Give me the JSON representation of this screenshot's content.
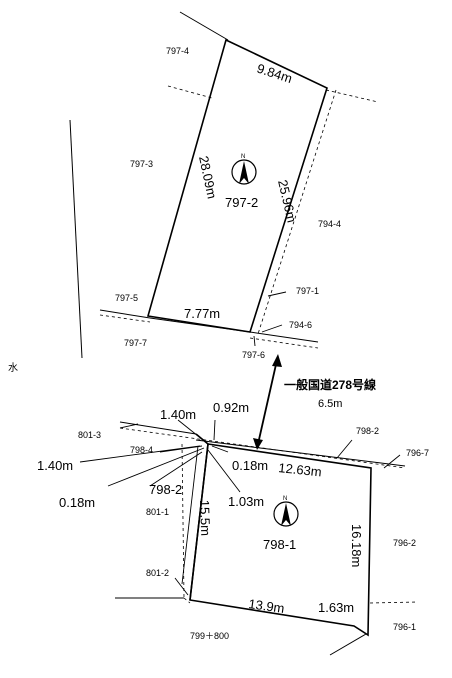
{
  "neighbors": {
    "n797_4": "797-4",
    "n797_3": "797-3",
    "n794_4": "794-4",
    "n797_5": "797-5",
    "n797_1": "797-1",
    "n794_6": "794-6",
    "n797_7": "797-7",
    "n797_6": "797-6",
    "n801_3": "801-3",
    "n798_4": "798-4",
    "n798_2_top": "798-2",
    "n796_7": "796-7",
    "n801_1": "801-1",
    "n796_2": "796-2",
    "n801_2": "801-2",
    "n796_1": "796-1",
    "n799_800": "799＋800"
  },
  "parcels": {
    "upper": "797-2",
    "lower": "798-1",
    "small": "798-2"
  },
  "dimensions": {
    "d9_84": "9.84m",
    "d28_09": "28.09m",
    "d25_96": "25.96m",
    "d7_77": "7.77m",
    "d1_40a": "1.40m",
    "d0_92": "0.92m",
    "d1_40b": "1.40m",
    "d0_18a": "0.18m",
    "d12_63": "12.63m",
    "d0_18b": "0.18m",
    "d1_03": "1.03m",
    "d15_5": "15.5m",
    "d16_18": "16.18m",
    "d13_9": "13.9m",
    "d1_63": "1.63m"
  },
  "road": {
    "name": "一般国道278号線",
    "width": "6.5m"
  },
  "water": "水",
  "north": "N"
}
